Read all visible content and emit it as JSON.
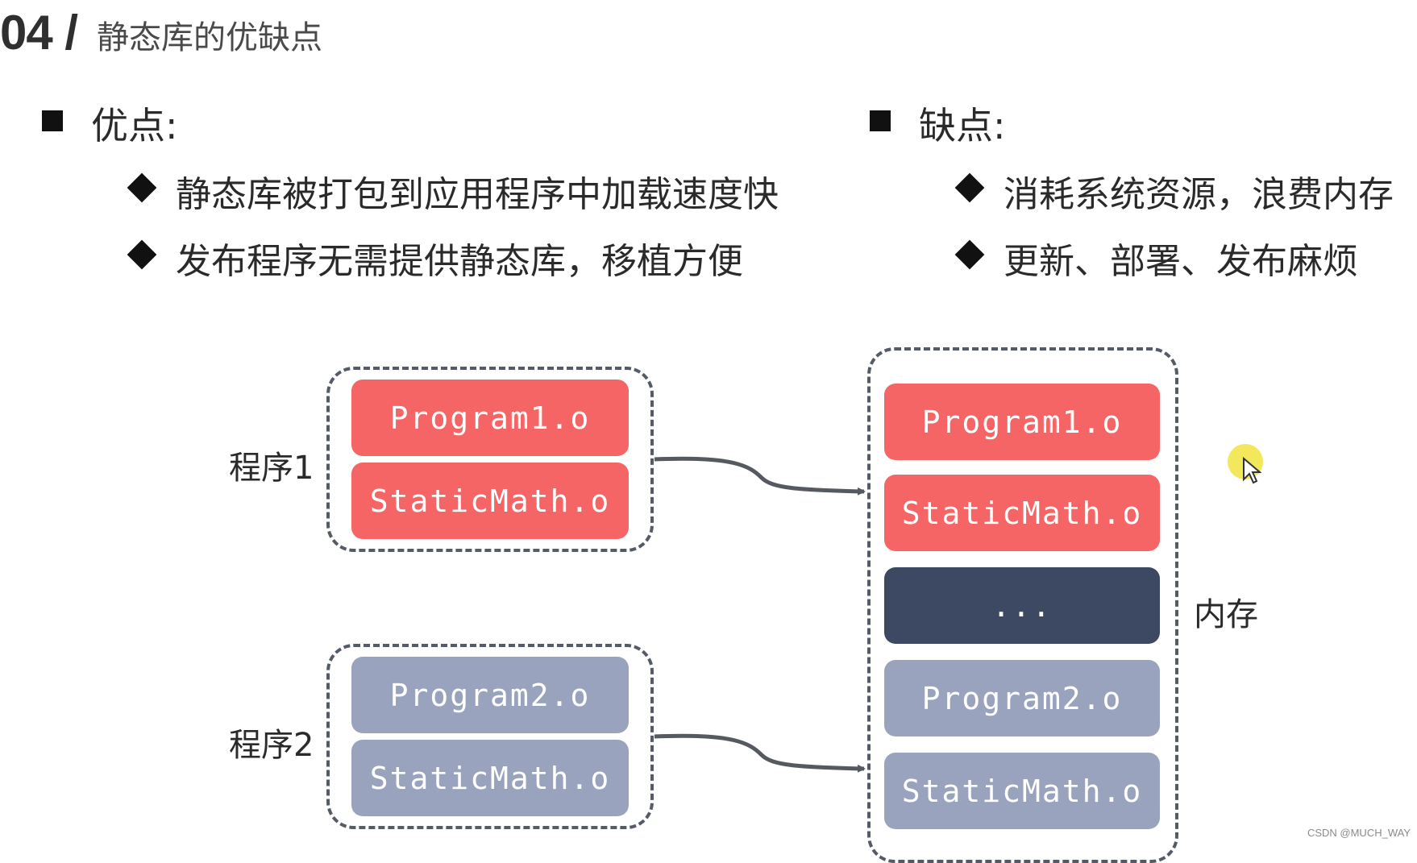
{
  "title": {
    "number": "04 /",
    "text": "静态库的优缺点"
  },
  "pros": {
    "heading": "优点:",
    "items": [
      "静态库被打包到应用程序中加载速度快",
      "发布程序无需提供静态库，移植方便"
    ]
  },
  "cons": {
    "heading": "缺点:",
    "items": [
      "消耗系统资源，浪费内存",
      "更新、部署、发布麻烦"
    ]
  },
  "diagram": {
    "program1": {
      "label": "程序1",
      "blocks": [
        "Program1.o",
        "StaticMath.o"
      ]
    },
    "program2": {
      "label": "程序2",
      "blocks": [
        "Program2.o",
        "StaticMath.o"
      ]
    },
    "memory": {
      "label": "内存",
      "blocks": [
        "Program1.o",
        "StaticMath.o",
        "...",
        "Program2.o",
        "StaticMath.o"
      ]
    },
    "colors": {
      "red": "#f56565",
      "gray": "#9aa3bd",
      "dark": "#3d4862"
    }
  },
  "watermark": "CSDN @MUCH_WAY"
}
